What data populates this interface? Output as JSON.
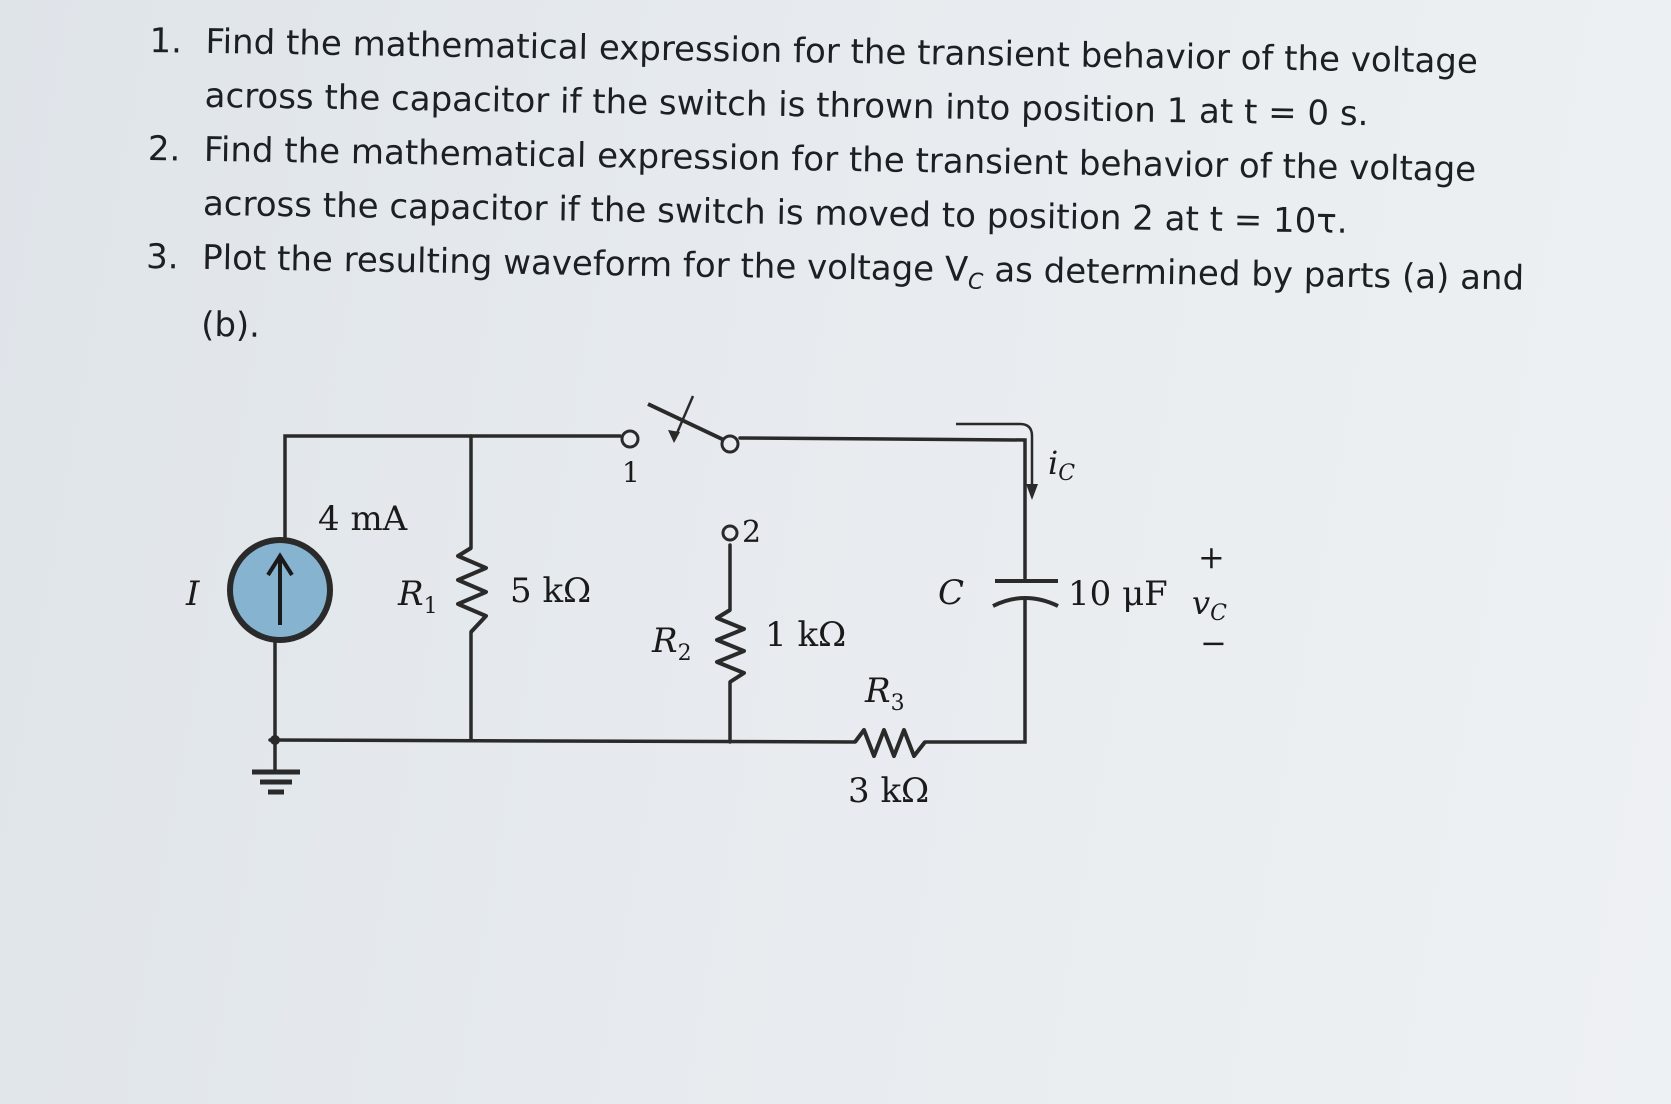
{
  "questions": [
    {
      "number": "1.",
      "line1": "Find the mathematical expression for the transient behavior of the voltage",
      "line2": "across the capacitor if the switch is thrown into position 1 at t = 0 s."
    },
    {
      "number": "2.",
      "line1": "Find the mathematical expression for the transient behavior of the voltage",
      "line2": "across the capacitor if the switch is moved to position 2 at t = 10τ."
    },
    {
      "number": "3.",
      "line1": "Plot the resulting waveform for the voltage V",
      "line1_sub": "C",
      "line1_rest": " as determined by parts (a) and",
      "line2": "(b)."
    }
  ],
  "circuit": {
    "source_symbol": "I",
    "source_value": "4 mA",
    "r1_label": "R",
    "r1_sub": "1",
    "r1_value": "5 kΩ",
    "switch_pos1": "1",
    "switch_pos2": "2",
    "r2_label": "R",
    "r2_sub": "2",
    "r2_value": "1 kΩ",
    "r3_label": "R",
    "r3_sub": "3",
    "r3_value": "3 kΩ",
    "cap_label": "C",
    "cap_value": "10 μF",
    "current_label": "i",
    "current_sub": "C",
    "voltage_label": "v",
    "voltage_sub": "C",
    "plus": "+",
    "minus": "−",
    "colors": {
      "source_fill": "#86b3cf",
      "wire": "#2a2a2a"
    }
  }
}
